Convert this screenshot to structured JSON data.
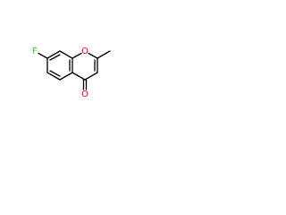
{
  "molecule": {
    "atoms": {
      "fluorine": {
        "label": "F",
        "color": "#33cc33"
      },
      "ring_oxygen": {
        "label": "O",
        "color": "#ff0000"
      },
      "carbonyl_oxygen": {
        "label": "O",
        "color": "#ff0000"
      }
    },
    "bond_color": "#000000",
    "background_color": "#ffffff"
  }
}
